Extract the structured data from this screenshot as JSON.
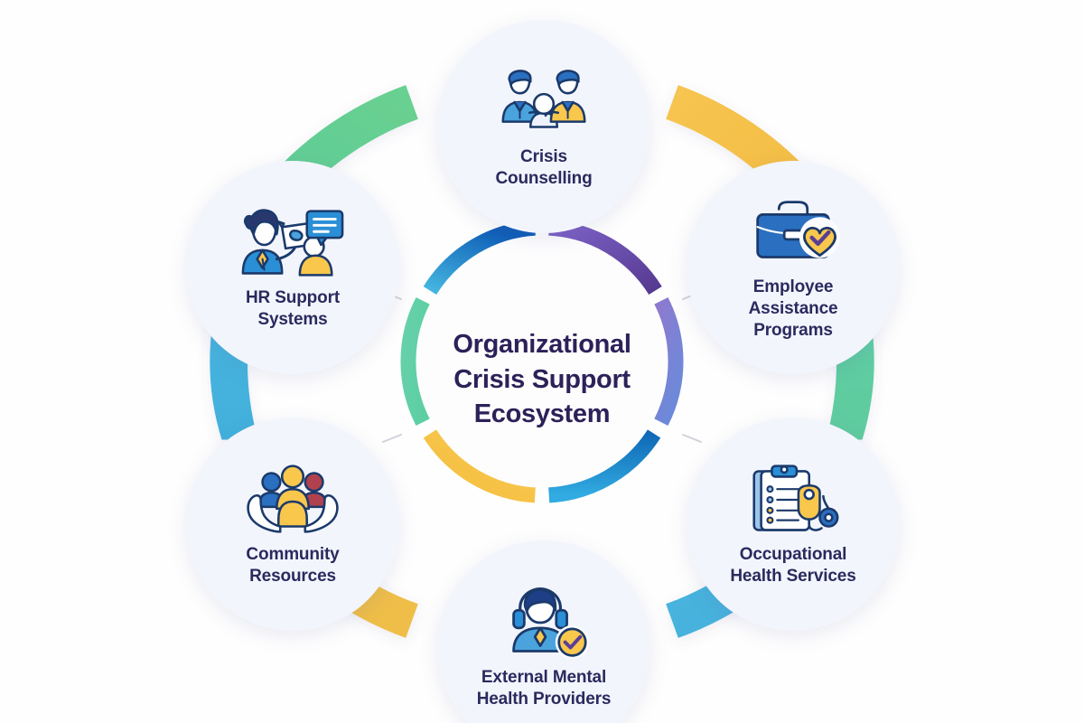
{
  "diagram": {
    "center": {
      "title_lines": [
        "Organizational",
        "Crisis Support",
        "Ecosystem"
      ],
      "title_full": "Organizational Crisis Support Ecosystem",
      "title_color": "#2d2159"
    },
    "background_color": "#fefefe",
    "node_fill_color": "#f3f5fc",
    "node_label_color": "#2a2a5e",
    "nodes": [
      {
        "id": "crisis-counselling",
        "label_lines": [
          "Crisis",
          "Counselling"
        ],
        "label": "Crisis Counselling",
        "icon": "three-people-counselling-icon",
        "position": "top"
      },
      {
        "id": "employee-assistance-programs",
        "label_lines": [
          "Employee",
          "Assistance",
          "Programs"
        ],
        "label": "Employee Assistance Programs",
        "icon": "briefcase-heart-check-icon",
        "position": "top-right"
      },
      {
        "id": "occupational-health-services",
        "label_lines": [
          "Occupational",
          "Health Services"
        ],
        "label": "Occupational Health Services",
        "icon": "clipboard-stethoscope-icon",
        "position": "bottom-right"
      },
      {
        "id": "external-mental-health-providers",
        "label_lines": [
          "External Mental",
          "Health Providers"
        ],
        "label": "External Mental Health Providers",
        "icon": "headset-agent-check-icon",
        "position": "bottom"
      },
      {
        "id": "community-resources",
        "label_lines": [
          "Community",
          "Resources"
        ],
        "label": "Community Resources",
        "icon": "hands-holding-people-icon",
        "position": "bottom-left"
      },
      {
        "id": "hr-support-systems",
        "label_lines": [
          "HR Support",
          "Systems"
        ],
        "label": "HR Support Systems",
        "icon": "hr-presenter-chat-icon",
        "position": "top-left"
      }
    ],
    "ring_segments": [
      {
        "id": "ring-purple",
        "from_deg": 0,
        "to_deg": 58,
        "color_start": "#7b5fc4",
        "color_end": "#5b3f95"
      },
      {
        "id": "ring-periwinkle",
        "from_deg": 62,
        "to_deg": 118,
        "color_start": "#6f8ad8",
        "color_end": "#8b79cd"
      },
      {
        "id": "ring-blue",
        "from_deg": 122,
        "to_deg": 178,
        "color_start": "#1069b4",
        "color_end": "#2eaae0"
      },
      {
        "id": "ring-yellow",
        "from_deg": 182,
        "to_deg": 238,
        "color_start": "#f6c243",
        "color_end": "#f8cc52"
      },
      {
        "id": "ring-green",
        "from_deg": 242,
        "to_deg": 298,
        "color_start": "#5ecfa4",
        "color_end": "#62cfa8"
      },
      {
        "id": "ring-cyan-blue",
        "from_deg": 302,
        "to_deg": 358,
        "color_start": "#3fb3de",
        "color_end": "#1060b8"
      }
    ],
    "outer_arcs": [
      {
        "id": "arc-hr-to-crisis",
        "color": "#5fcc9a"
      },
      {
        "id": "arc-crisis-to-eap",
        "color": "#f5c14a"
      },
      {
        "id": "arc-eap-to-occupational",
        "color": "#5fcda3"
      },
      {
        "id": "arc-occupational-to-external",
        "color": "#47b3dd"
      },
      {
        "id": "arc-external-to-community",
        "color": "#efc04b"
      },
      {
        "id": "arc-community-to-hr",
        "color": "#47b3dd"
      }
    ],
    "connector_color": "#c9cbd6"
  }
}
